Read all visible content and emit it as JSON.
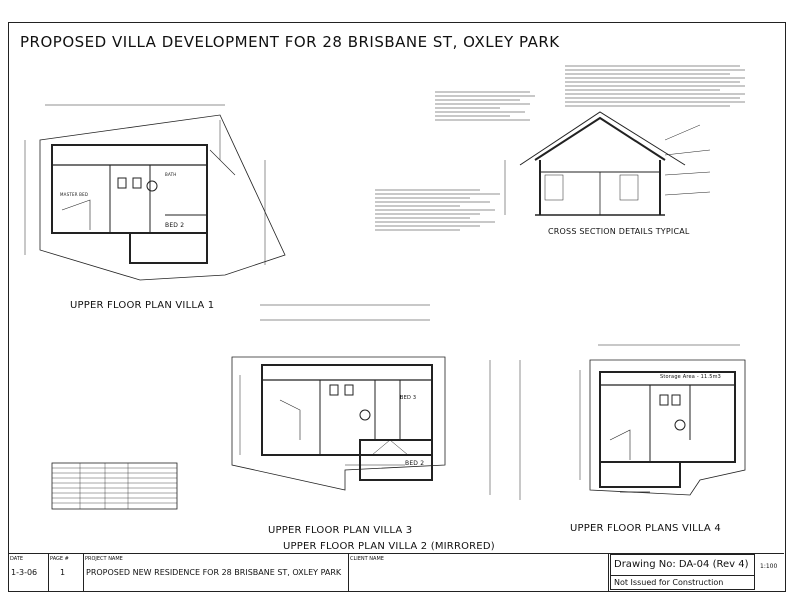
{
  "sheet_title": "PROPOSED VILLA DEVELOPMENT FOR 28 BRISBANE ST, OXLEY PARK",
  "labels": {
    "upper_floor_villa1": "UPPER FLOOR PLAN VILLA 1",
    "cross_section": "CROSS SECTION DETAILS TYPICAL",
    "upper_floor_villa3": "UPPER FLOOR PLAN VILLA 3",
    "upper_floor_villa2": "UPPER FLOOR PLAN VILLA 2 (MIRRORED)",
    "upper_floor_villa4": "UPPER FLOOR PLANS VILLA 4",
    "storage_area_v4": "Storage Area - 11.5m3",
    "bed2": "BED 2",
    "bed3": "BED 3",
    "master_bed": "MASTER BED",
    "bath": "BATH"
  },
  "title_block": {
    "date_header": "DATE",
    "date_value": "1-3-06",
    "page_header": "PAGE #",
    "page_value": "1",
    "project_header": "PROJECT NAME",
    "project_value": "PROPOSED NEW RESIDENCE FOR 28 BRISBANE ST, OXLEY PARK",
    "client_header": "CLIENT NAME",
    "drawing_no": "Drawing No: DA-04 (Rev 4)",
    "not_issued": "Not Issued for Construction",
    "scale": "1:100"
  }
}
